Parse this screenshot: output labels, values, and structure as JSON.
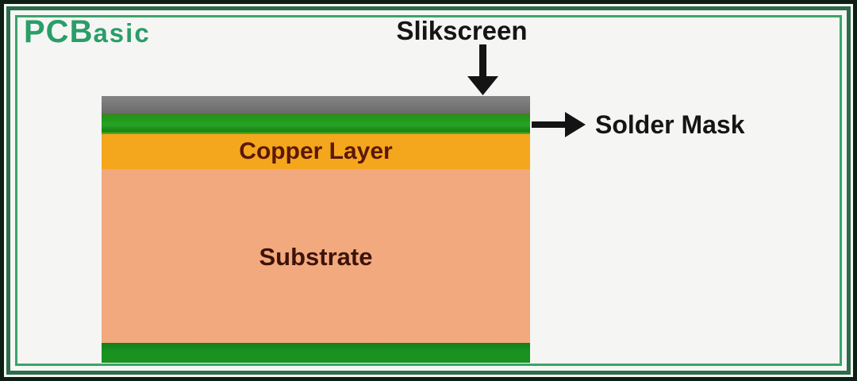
{
  "logo": {
    "text_main": "PCB",
    "text_sub": "asic",
    "color": "#2a9d68"
  },
  "annotations": {
    "silkscreen_label": "Slikscreen",
    "solder_mask_label": "Solder Mask",
    "arrow_color": "#141414"
  },
  "layers": {
    "silkscreen": {
      "label": "",
      "color": "#717171"
    },
    "solder_mask_top": {
      "label": "",
      "color": "#1d9c1a"
    },
    "copper": {
      "label": "Copper Layer",
      "color": "#f4a71c",
      "text_color": "#5b1708"
    },
    "substrate": {
      "label": "Substrate",
      "color": "#f2a97e",
      "text_color": "#3d1309"
    },
    "solder_mask_bottom": {
      "label": "",
      "color": "#1a9220"
    }
  },
  "frame": {
    "outer": "#0d1f14",
    "band": "#2e6b4a",
    "line": "#3aa469",
    "background": "#f5f6f4"
  }
}
